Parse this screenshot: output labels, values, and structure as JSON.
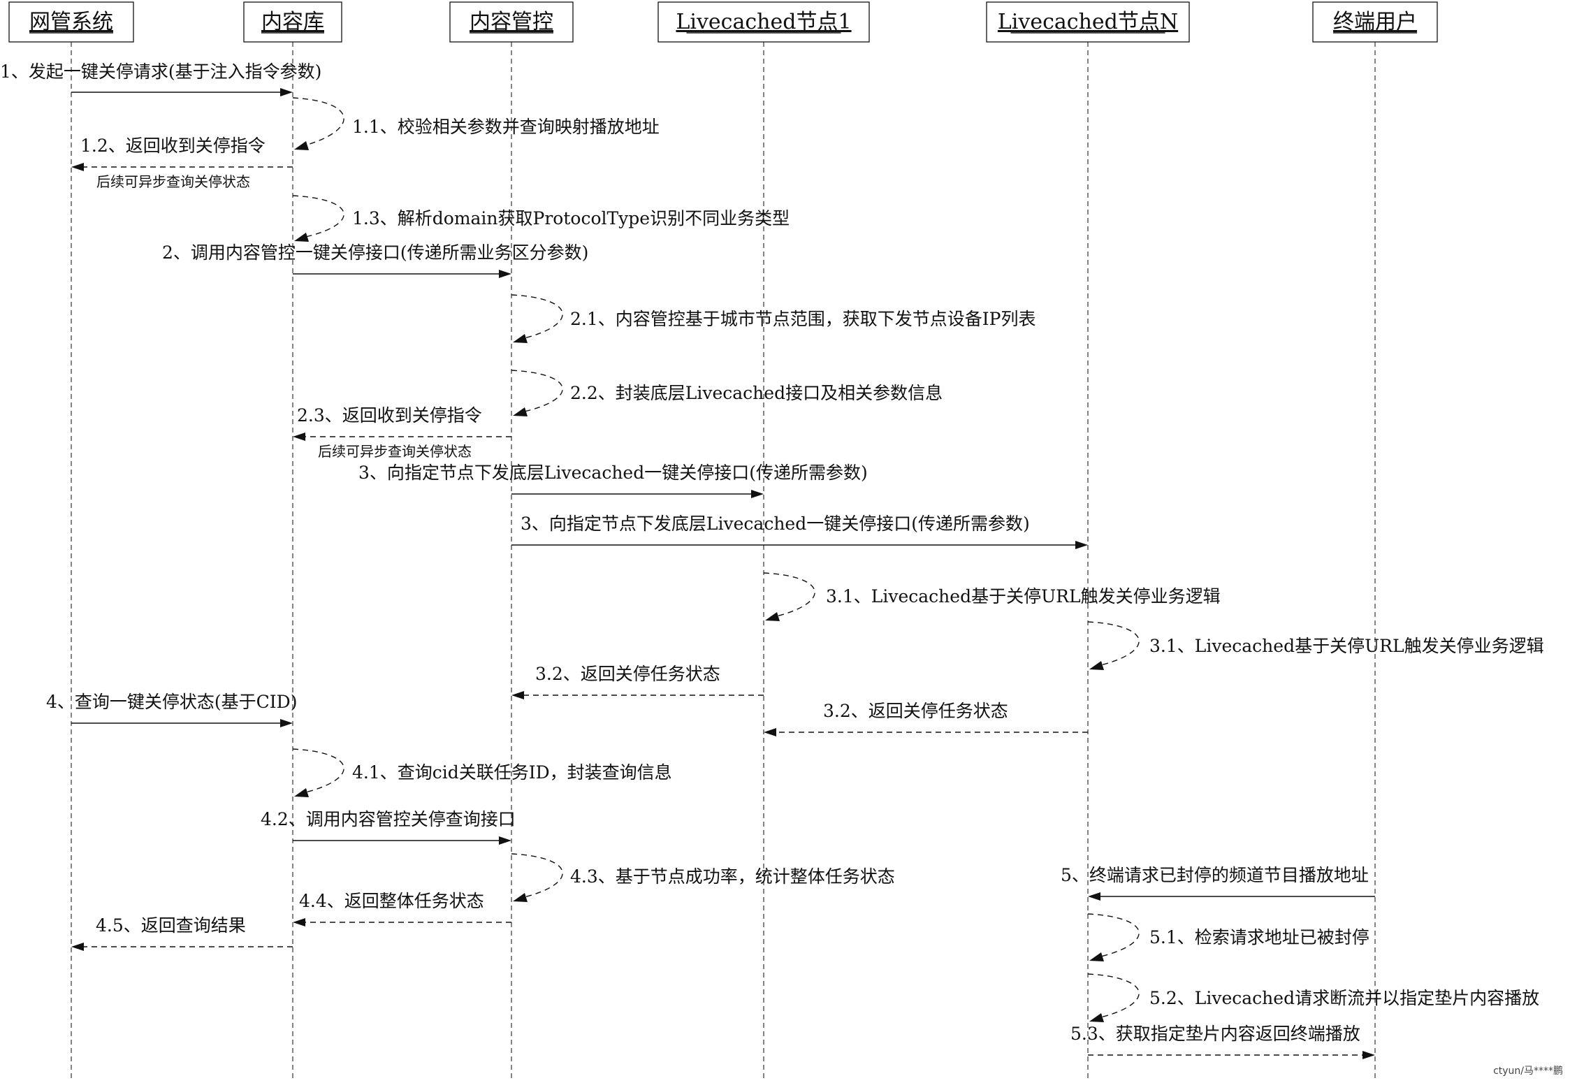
{
  "participants": [
    "网管系统",
    "内容库",
    "内容管控",
    "Livecached节点1",
    "Livecached节点N",
    "终端用户"
  ],
  "messages": [
    {
      "id": "m1",
      "text": "1、发起一键关停请求(基于注入指令参数)",
      "from": 0,
      "to": 1,
      "kind": "sync"
    },
    {
      "id": "m1_1",
      "text": "1.1、校验相关参数并查询映射播放地址",
      "from": 1,
      "to": 1,
      "kind": "self"
    },
    {
      "id": "m1_2",
      "text": "1.2、返回收到关停指令",
      "from": 1,
      "to": 0,
      "kind": "reply"
    },
    {
      "id": "m1_2_note",
      "text": "后续可异步查询关停状态",
      "kind": "note"
    },
    {
      "id": "m1_3",
      "text": "1.3、解析domain获取ProtocolType识别不同业务类型",
      "from": 1,
      "to": 1,
      "kind": "self"
    },
    {
      "id": "m2",
      "text": "2、调用内容管控一键关停接口(传递所需业务区分参数)",
      "from": 1,
      "to": 2,
      "kind": "sync"
    },
    {
      "id": "m2_1",
      "text": "2.1、内容管控基于城市节点范围，获取下发节点设备IP列表",
      "from": 2,
      "to": 2,
      "kind": "self"
    },
    {
      "id": "m2_2",
      "text": "2.2、封装底层Livecached接口及相关参数信息",
      "from": 2,
      "to": 2,
      "kind": "self"
    },
    {
      "id": "m2_3",
      "text": "2.3、返回收到关停指令",
      "from": 2,
      "to": 1,
      "kind": "reply"
    },
    {
      "id": "m2_3_note",
      "text": "后续可异步查询关停状态",
      "kind": "note"
    },
    {
      "id": "m3a",
      "text": "3、向指定节点下发底层Livecached一键关停接口(传递所需参数)",
      "from": 2,
      "to": 3,
      "kind": "sync"
    },
    {
      "id": "m3b",
      "text": "3、向指定节点下发底层Livecached一键关停接口(传递所需参数)",
      "from": 2,
      "to": 4,
      "kind": "sync"
    },
    {
      "id": "m3_1a",
      "text": "3.1、Livecached基于关停URL触发关停业务逻辑",
      "from": 3,
      "to": 3,
      "kind": "self"
    },
    {
      "id": "m3_1b",
      "text": "3.1、Livecached基于关停URL触发关停业务逻辑",
      "from": 4,
      "to": 4,
      "kind": "self"
    },
    {
      "id": "m3_2a",
      "text": "3.2、返回关停任务状态",
      "from": 3,
      "to": 2,
      "kind": "reply"
    },
    {
      "id": "m4",
      "text": "4、查询一键关停状态(基于CID)",
      "from": 0,
      "to": 1,
      "kind": "sync"
    },
    {
      "id": "m3_2b",
      "text": "3.2、返回关停任务状态",
      "from": 4,
      "to": 3,
      "kind": "reply"
    },
    {
      "id": "m4_1",
      "text": "4.1、查询cid关联任务ID，封装查询信息",
      "from": 1,
      "to": 1,
      "kind": "self"
    },
    {
      "id": "m4_2",
      "text": "4.2、调用内容管控关停查询接口",
      "from": 1,
      "to": 2,
      "kind": "sync"
    },
    {
      "id": "m4_3",
      "text": "4.3、基于节点成功率，统计整体任务状态",
      "from": 2,
      "to": 2,
      "kind": "self"
    },
    {
      "id": "m4_4",
      "text": "4.4、返回整体任务状态",
      "from": 2,
      "to": 1,
      "kind": "reply"
    },
    {
      "id": "m4_5",
      "text": "4.5、返回查询结果",
      "from": 1,
      "to": 0,
      "kind": "reply"
    },
    {
      "id": "m5",
      "text": "5、终端请求已封停的频道节目播放地址",
      "from": 5,
      "to": 4,
      "kind": "sync"
    },
    {
      "id": "m5_1",
      "text": "5.1、检索请求地址已被封停",
      "from": 4,
      "to": 4,
      "kind": "self"
    },
    {
      "id": "m5_2",
      "text": "5.2、Livecached请求断流并以指定垫片内容播放",
      "from": 4,
      "to": 4,
      "kind": "self"
    },
    {
      "id": "m5_3",
      "text": "5.3、获取指定垫片内容返回终端播放",
      "from": 4,
      "to": 5,
      "kind": "reply"
    }
  ],
  "watermark": "ctyun/马****鹏"
}
